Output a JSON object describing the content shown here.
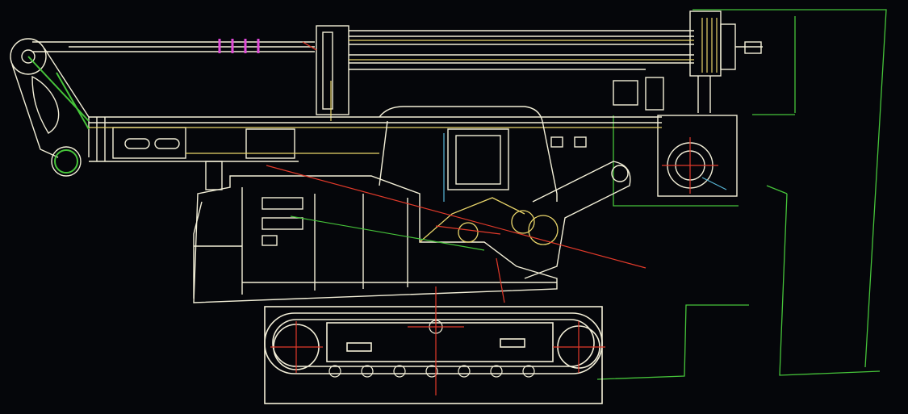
{
  "canvas": {
    "background": "#05060a"
  },
  "colors": {
    "outline": "#f3efd8",
    "yellow": "#e9d56a",
    "green": "#46c43a",
    "red": "#e23a2a",
    "magenta": "#e048d8",
    "cyan": "#58b8d8"
  },
  "diagram": {
    "subject": "crawler-drilling-rig-side-elevation",
    "parts": [
      "upper-mast",
      "lower-boom",
      "boom-head",
      "lift-cylinder",
      "winch-drum",
      "operator-cab",
      "engine-housing",
      "crawler-track",
      "side-frame"
    ]
  }
}
